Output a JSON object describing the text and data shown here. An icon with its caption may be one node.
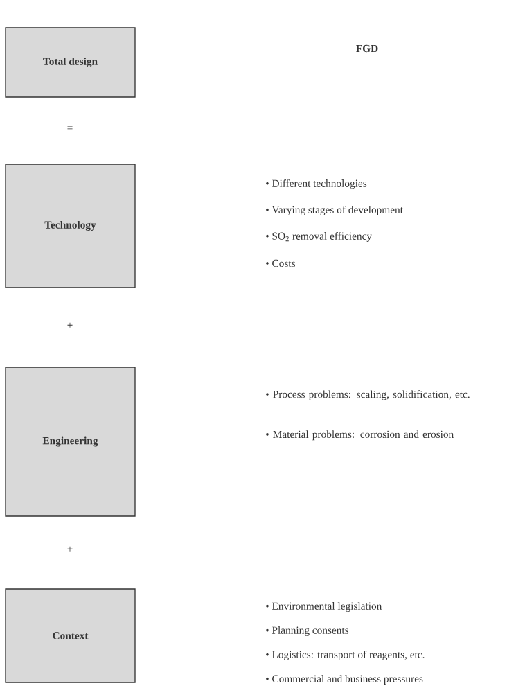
{
  "diagram": {
    "nodes": [
      {
        "text": [
          "Total design"
        ]
      },
      {
        "text": [
          "Technology"
        ]
      },
      {
        "text": [
          "Engineering"
        ]
      },
      {
        "text": [
          "Context"
        ]
      }
    ],
    "labels": [
      "FGD",
      "=",
      "+",
      "+",
      "• Different technologies",
      "• Varying stages of development",
      "• SO$_{2}$ removal efficiency",
      "• Costs",
      "• Process problems: scaling, solidification, etc.",
      "• Material problems: corrosion and erosion",
      "• Environmental legislation",
      "• Planning consents",
      "• Logistics: transport of reagents, etc.",
      "• Commercial and business pressures"
    ]
  }
}
